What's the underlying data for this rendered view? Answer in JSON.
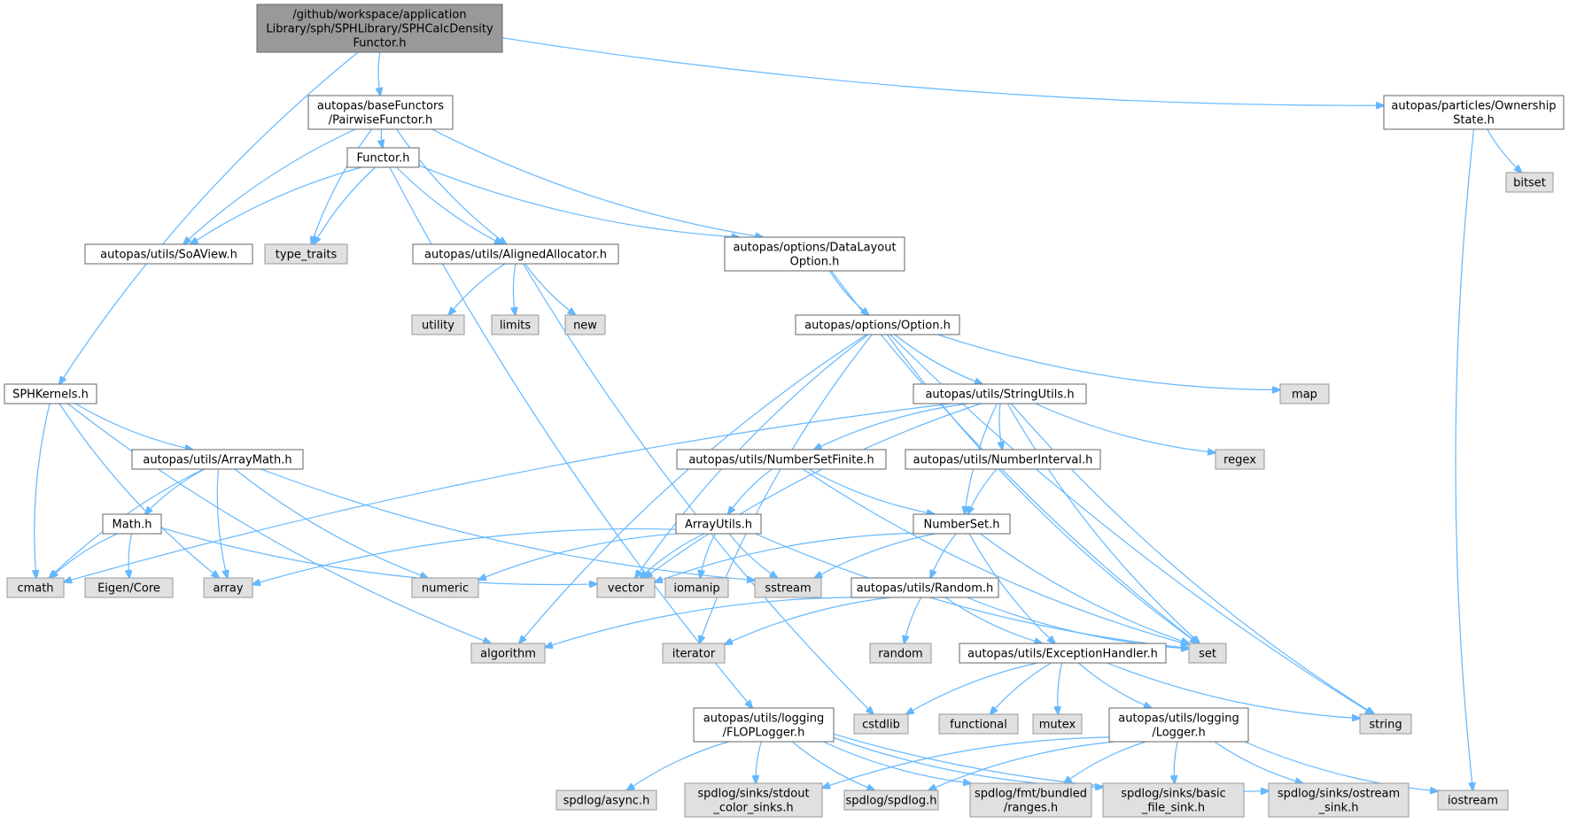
{
  "diagram": {
    "colors": {
      "edge": "#63b8ff",
      "source_fill": "#999999",
      "internal_fill": "#ffffff",
      "external_fill": "#e0e0e0",
      "border": "#666666"
    },
    "nodes": [
      {
        "id": "root",
        "kind": "source",
        "lines": [
          "/github/workspace/application",
          "Library/sph/SPHLibrary/SPHCalcDensity",
          "Functor.h"
        ]
      },
      {
        "id": "pairwise",
        "kind": "internal",
        "lines": [
          "autopas/baseFunctors",
          "/PairwiseFunctor.h"
        ]
      },
      {
        "id": "ownership",
        "kind": "internal",
        "lines": [
          "autopas/particles/Ownership",
          "State.h"
        ]
      },
      {
        "id": "bitset",
        "kind": "external",
        "lines": [
          "bitset"
        ]
      },
      {
        "id": "functor",
        "kind": "internal",
        "lines": [
          "Functor.h"
        ]
      },
      {
        "id": "soaview",
        "kind": "internal",
        "lines": [
          "autopas/utils/SoAView.h"
        ]
      },
      {
        "id": "type_traits",
        "kind": "external",
        "lines": [
          "type_traits"
        ]
      },
      {
        "id": "aligned",
        "kind": "internal",
        "lines": [
          "autopas/utils/AlignedAllocator.h"
        ]
      },
      {
        "id": "datalayout",
        "kind": "internal",
        "lines": [
          "autopas/options/DataLayout",
          "Option.h"
        ]
      },
      {
        "id": "utility",
        "kind": "external",
        "lines": [
          "utility"
        ]
      },
      {
        "id": "limits",
        "kind": "external",
        "lines": [
          "limits"
        ]
      },
      {
        "id": "new",
        "kind": "external",
        "lines": [
          "new"
        ]
      },
      {
        "id": "option",
        "kind": "internal",
        "lines": [
          "autopas/options/Option.h"
        ]
      },
      {
        "id": "sphkernels",
        "kind": "internal",
        "lines": [
          "SPHKernels.h"
        ]
      },
      {
        "id": "stringutils",
        "kind": "internal",
        "lines": [
          "autopas/utils/StringUtils.h"
        ]
      },
      {
        "id": "map",
        "kind": "external",
        "lines": [
          "map"
        ]
      },
      {
        "id": "arraymath",
        "kind": "internal",
        "lines": [
          "autopas/utils/ArrayMath.h"
        ]
      },
      {
        "id": "numbersetfinite",
        "kind": "internal",
        "lines": [
          "autopas/utils/NumberSetFinite.h"
        ]
      },
      {
        "id": "numberinterval",
        "kind": "internal",
        "lines": [
          "autopas/utils/NumberInterval.h"
        ]
      },
      {
        "id": "regex",
        "kind": "external",
        "lines": [
          "regex"
        ]
      },
      {
        "id": "math",
        "kind": "internal",
        "lines": [
          "Math.h"
        ]
      },
      {
        "id": "arrayutils",
        "kind": "internal",
        "lines": [
          "ArrayUtils.h"
        ]
      },
      {
        "id": "numberset",
        "kind": "internal",
        "lines": [
          "NumberSet.h"
        ]
      },
      {
        "id": "cmath",
        "kind": "external",
        "lines": [
          "cmath"
        ]
      },
      {
        "id": "eigen",
        "kind": "external",
        "lines": [
          "Eigen/Core"
        ]
      },
      {
        "id": "array",
        "kind": "external",
        "lines": [
          "array"
        ]
      },
      {
        "id": "numeric",
        "kind": "external",
        "lines": [
          "numeric"
        ]
      },
      {
        "id": "vector",
        "kind": "external",
        "lines": [
          "vector"
        ]
      },
      {
        "id": "iomanip",
        "kind": "external",
        "lines": [
          "iomanip"
        ]
      },
      {
        "id": "sstream",
        "kind": "external",
        "lines": [
          "sstream"
        ]
      },
      {
        "id": "random_h",
        "kind": "internal",
        "lines": [
          "autopas/utils/Random.h"
        ]
      },
      {
        "id": "algorithm",
        "kind": "external",
        "lines": [
          "algorithm"
        ]
      },
      {
        "id": "iterator",
        "kind": "external",
        "lines": [
          "iterator"
        ]
      },
      {
        "id": "random",
        "kind": "external",
        "lines": [
          "random"
        ]
      },
      {
        "id": "exception",
        "kind": "internal",
        "lines": [
          "autopas/utils/ExceptionHandler.h"
        ]
      },
      {
        "id": "set",
        "kind": "external",
        "lines": [
          "set"
        ]
      },
      {
        "id": "floplogger",
        "kind": "internal",
        "lines": [
          "autopas/utils/logging",
          "/FLOPLogger.h"
        ]
      },
      {
        "id": "cstdlib",
        "kind": "external",
        "lines": [
          "cstdlib"
        ]
      },
      {
        "id": "functional",
        "kind": "external",
        "lines": [
          "functional"
        ]
      },
      {
        "id": "mutex",
        "kind": "external",
        "lines": [
          "mutex"
        ]
      },
      {
        "id": "logger",
        "kind": "internal",
        "lines": [
          "autopas/utils/logging",
          "/Logger.h"
        ]
      },
      {
        "id": "string",
        "kind": "external",
        "lines": [
          "string"
        ]
      },
      {
        "id": "spdasync",
        "kind": "external",
        "lines": [
          "spdlog/async.h"
        ]
      },
      {
        "id": "stdoutsinks",
        "kind": "external",
        "lines": [
          "spdlog/sinks/stdout",
          "_color_sinks.h"
        ]
      },
      {
        "id": "spdlog",
        "kind": "external",
        "lines": [
          "spdlog/spdlog.h"
        ]
      },
      {
        "id": "ranges",
        "kind": "external",
        "lines": [
          "spdlog/fmt/bundled",
          "/ranges.h"
        ]
      },
      {
        "id": "basicfile",
        "kind": "external",
        "lines": [
          "spdlog/sinks/basic",
          "_file_sink.h"
        ]
      },
      {
        "id": "ostream",
        "kind": "external",
        "lines": [
          "spdlog/sinks/ostream",
          "_sink.h"
        ]
      },
      {
        "id": "iostream",
        "kind": "external",
        "lines": [
          "iostream"
        ]
      }
    ]
  }
}
